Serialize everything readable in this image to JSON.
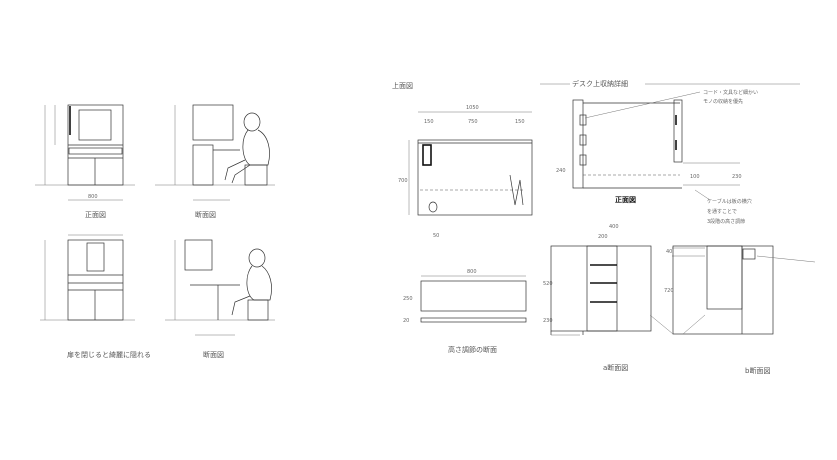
{
  "left_sheet": {
    "front_view_label": "正面図",
    "section_view_label": "断面図",
    "closed_view_label": "扉を閉じると綺麗に隠れる",
    "side_view_label": "断面図"
  },
  "right_sheet": {
    "top_view_label": "上面図",
    "desk_storage_title": "デスク上収納詳細",
    "note_storage": [
      "コード・文具など細かい",
      "モノの収納を優先"
    ],
    "front_view_label": "正面図",
    "note_cable": [
      "ケーブルは板の横穴",
      "を通すことで",
      "3段階の高さ調節"
    ],
    "shelf_detail_label": "高さ調節の断面",
    "a_section_label": "a断面図",
    "b_section_label": "b断面図",
    "dims": {
      "top_width": "1050",
      "top_left": "150",
      "top_mid": "750",
      "top_right": "150",
      "top_depth": "700",
      "top_offset": "50",
      "front_height": "240",
      "front_right": "230",
      "cable_gap": "100",
      "shelf_width": "800",
      "shelf_depth": "250",
      "shelf_thick": "20",
      "a_width": "400",
      "a_inner": "200",
      "a_height": "520",
      "a_lower": "230",
      "b_top": "40",
      "b_height": "720"
    }
  }
}
